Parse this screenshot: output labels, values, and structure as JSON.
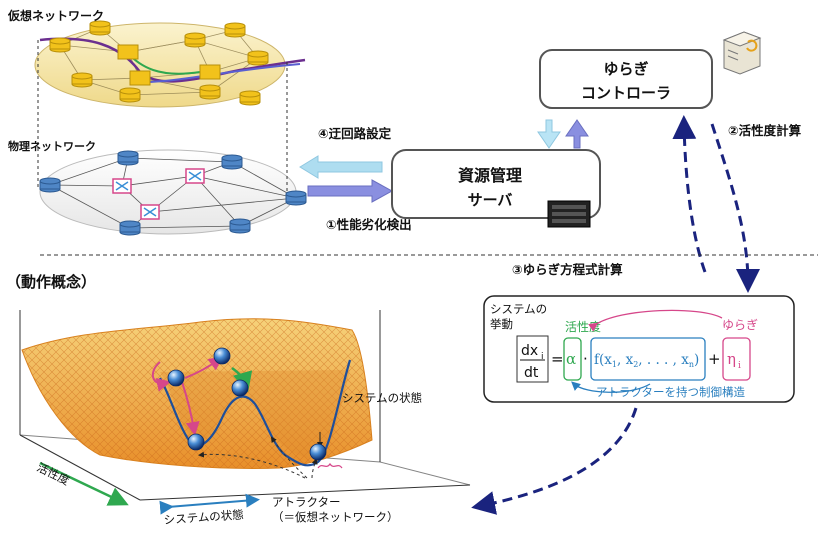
{
  "labels": {
    "virtual_network": "仮想ネットワーク",
    "physical_network": "物理ネットワーク",
    "controller_line1": "ゆらぎ",
    "controller_line2": "コントローラ",
    "server_line1": "資源管理",
    "server_line2": "サーバ",
    "step1": "①性能劣化検出",
    "step2": "②活性度計算",
    "step3": "③ゆらぎ方程式計算",
    "step4": "④迂回路設定",
    "concept_title": "（動作概念）",
    "system_behavior_line1": "システムの",
    "system_behavior_line2": "挙動",
    "activity": "活性度",
    "fluctuation": "ゆらぎ",
    "attractor_structure": "アトラクターを持つ制御構造",
    "system_state_landscape": "システムの状態",
    "axis_activity": "活性度",
    "axis_system_state": "システムの状態",
    "attractor_line1": "アトラクター",
    "attractor_line2": "（＝仮想ネットワーク）"
  },
  "equation": {
    "lhs_num": "dx",
    "lhs_num_sub": "i",
    "lhs_den": "dt",
    "equals": "=",
    "alpha": "α",
    "dot": "·",
    "func": "f(x",
    "args_rest": ", x",
    "ellipsis": ", . . . , x",
    "sub1": "1",
    "sub2": "2",
    "subn": "n",
    "close": ")",
    "plus": "+",
    "eta": "η",
    "eta_sub": "i"
  },
  "colors": {
    "arrow_dark_blue": "#1a237e",
    "arrow_light_blue": "#aeddf0",
    "arrow_purple": "#7b7fd1",
    "activity_green": "#2fa84f",
    "fluctuation_pink": "#d6478a",
    "structure_blue": "#2a7fbf",
    "virtual_disc": "#f3e3a0",
    "virtual_node": "#f2c21b",
    "physical_node": "#4f86c6"
  },
  "icons": [
    "server-icon",
    "rack-server-icon",
    "ball-icon"
  ]
}
